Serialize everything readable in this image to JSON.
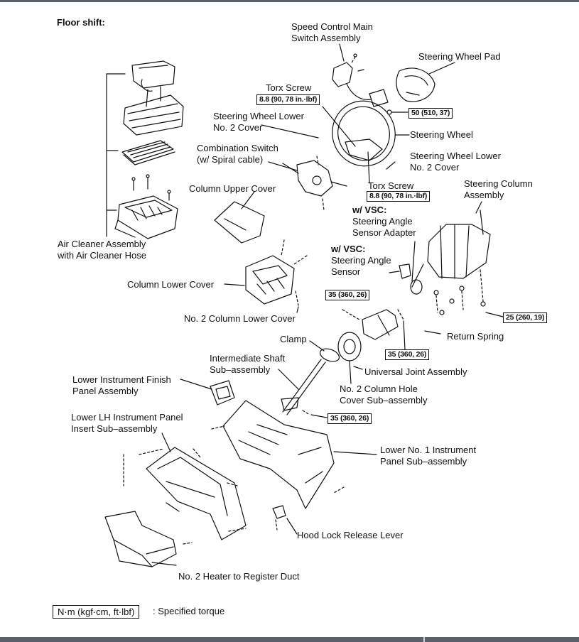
{
  "section_title": "Floor shift:",
  "labels": {
    "speed_control": [
      "Speed Control Main",
      "Switch Assembly"
    ],
    "steering_wheel_pad": "Steering Wheel Pad",
    "torx_screw_top": "Torx Screw",
    "torx_screw_top_torque": "8.8 (90, 78 in.·lbf)",
    "steering_wheel_lower_cover_left": [
      "Steering Wheel Lower",
      "No. 2 Cover"
    ],
    "wheel_torque": "50 (510, 37)",
    "steering_wheel": "Steering Wheel",
    "combination_switch": [
      "Combination Switch",
      "(w/ Spiral cable)"
    ],
    "steering_wheel_lower_cover_right": [
      "Steering Wheel Lower",
      "No. 2 Cover"
    ],
    "column_upper_cover": "Column Upper Cover",
    "torx_screw_mid": "Torx Screw",
    "torx_screw_mid_torque": "8.8 (90, 78 in.·lbf)",
    "steering_column": [
      "Steering Column",
      "Assembly"
    ],
    "vsc_adapter_prefix": "w/ VSC:",
    "vsc_adapter": [
      "Steering Angle",
      "Sensor Adapter"
    ],
    "air_cleaner": [
      "Air Cleaner Assembly",
      "with Air Cleaner Hose"
    ],
    "vsc_sensor_prefix": "w/ VSC:",
    "vsc_sensor": [
      "Steering Angle",
      "Sensor"
    ],
    "column_lower_cover": "Column Lower Cover",
    "torque_35_a": "35 (360, 26)",
    "column_torque": "25 (260, 19)",
    "no2_column_lower_cover": "No. 2 Column Lower Cover",
    "clamp": "Clamp",
    "return_spring": "Return Spring",
    "torque_35_b": "35 (360, 26)",
    "intermediate_shaft": [
      "Intermediate Shaft",
      "Sub–assembly"
    ],
    "universal_joint": "Universal Joint Assembly",
    "lower_finish_panel": [
      "Lower Instrument Finish",
      "Panel Assembly"
    ],
    "column_hole_cover": [
      "No. 2 Column Hole",
      "Cover Sub–assembly"
    ],
    "lower_lh_insert": [
      "Lower LH Instrument Panel",
      "Insert Sub–assembly"
    ],
    "torque_35_c": "35 (360, 26)",
    "lower_no1_panel": [
      "Lower No. 1 Instrument",
      "Panel Sub–assembly"
    ],
    "hood_lock": "Hood Lock Release Lever",
    "heater_duct": "No. 2 Heater to Register Duct"
  },
  "legend": {
    "box": "N·m (kgf·cm, ft·lbf)",
    "text": ": Specified torque"
  }
}
